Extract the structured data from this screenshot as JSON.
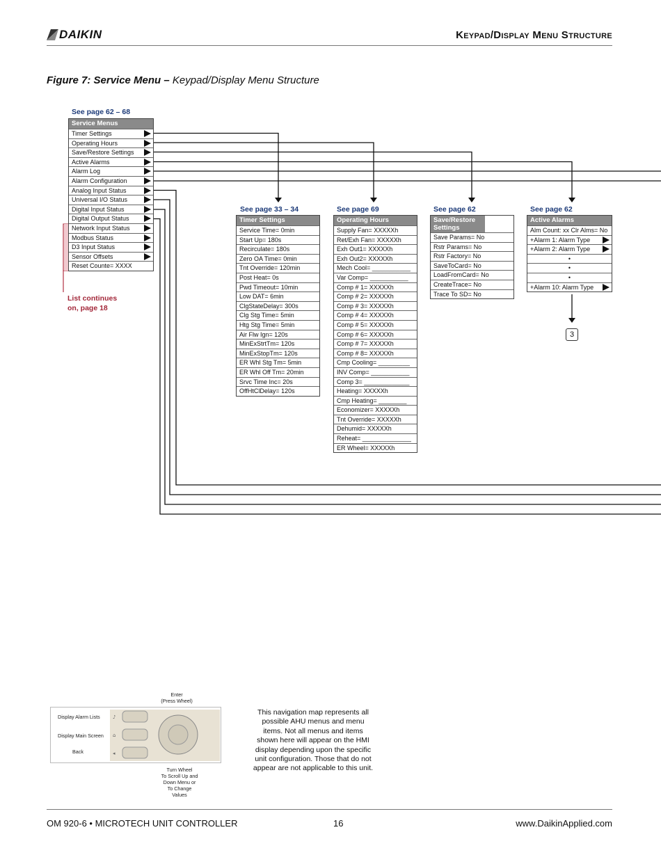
{
  "header": {
    "brand": "DAIKIN",
    "section_title": "Keypad/Display Menu Structure"
  },
  "figure": {
    "label": "Figure 7: Service Menu",
    "dash": " – ",
    "subtitle": "Keypad/Display Menu Structure"
  },
  "service_menus": {
    "see_page": "See page 62 – 68",
    "title": "Service Menus",
    "items": [
      {
        "label": "Timer Settings",
        "arrow": true
      },
      {
        "label": "Operating Hours",
        "arrow": true
      },
      {
        "label": "Save/Restore Settings",
        "arrow": true
      },
      {
        "label": "Active Alarms",
        "arrow": true
      },
      {
        "label": "Alarm Log",
        "arrow": true
      },
      {
        "label": "Alarm Configuration",
        "arrow": true
      },
      {
        "label": "Analog Input Status",
        "arrow": true
      },
      {
        "label": "Universal I/O Status",
        "arrow": true
      },
      {
        "label": "Digital Input Status",
        "arrow": true
      },
      {
        "label": "Digital Output Status",
        "arrow": true
      },
      {
        "label": "Network Input Status",
        "arrow": true
      },
      {
        "label": "Modbus Status",
        "arrow": true
      },
      {
        "label": "D3 Input Status",
        "arrow": true
      },
      {
        "label": "Sensor Offsets",
        "arrow": true
      },
      {
        "label": "Reset Counte= XXXX",
        "arrow": false
      }
    ]
  },
  "list_continues": [
    "List continues",
    "on, page 18"
  ],
  "timer_settings": {
    "see_page": "See page 33 – 34",
    "title": "Timer Settings",
    "items": [
      "Service Time= 0min",
      "Start Up= 180s",
      "Recirculate= 180s",
      "Zero OA Time= 0min",
      "Tnt Override= 120min",
      "Post Heat= 0s",
      "Pwd Timeout= 10min",
      "Low DAT= 6min",
      "ClgStateDelay= 300s",
      "Clg Stg Time= 5min",
      "Htg Stg Time= 5min",
      "Air Flw Ign= 120s",
      "MinExStrtTm= 120s",
      "MinExStopTm= 120s",
      "ER Whl Stg Tm= 5min",
      "ER Whl Off Tm= 20min",
      "Srvc Time Inc= 20s",
      "OffHtClDelay= 120s"
    ]
  },
  "operating_hours": {
    "see_page": "See page 69",
    "title": "Operating Hours",
    "items": [
      "Supply Fan= XXXXXh",
      "Ret/Exh Fan= XXXXXh",
      "Exh Out1= XXXXXh",
      "Exh Out2= XXXXXh",
      "Mech Cool= ___________",
      "Var Comp= ___________",
      "Comp # 1= XXXXXh",
      "Comp # 2= XXXXXh",
      "Comp # 3= XXXXXh",
      "Comp # 4= XXXXXh",
      "Comp # 5= XXXXXh",
      "Comp # 6= XXXXXh",
      "Comp # 7= XXXXXh",
      "Comp # 8= XXXXXh",
      "Cmp Cooling= _________",
      "INV Comp= ___________",
      "Comp 3= _____________",
      "Heating= XXXXXh",
      "Cmp Heating= ________",
      "Economizer= XXXXXh",
      "Tnt Override= XXXXXh",
      "Dehumid= XXXXXh",
      "Reheat= ______________",
      "ER Wheel= XXXXXh"
    ]
  },
  "save_restore": {
    "see_page": "See page 62",
    "title": "Save/Restore Settings",
    "items": [
      "Save Params= No",
      "Rstr Params= No",
      "Rstr Factory= No",
      "SaveToCard= No",
      "LoadFromCard= No",
      "CreateTrace= No",
      "Trace To SD= No"
    ]
  },
  "active_alarms": {
    "see_page": "See page 62",
    "title": "Active Alarms",
    "items": [
      {
        "label": "Alm Count: xx Clr Alms= No",
        "arrow": false
      },
      {
        "label": "+Alarm 1: Alarm Type",
        "arrow": true
      },
      {
        "label": "+Alarm 2: Alarm Type",
        "arrow": true
      },
      {
        "label": "•",
        "arrow": false
      },
      {
        "label": "•",
        "arrow": false
      },
      {
        "label": "•",
        "arrow": false
      },
      {
        "label": "+Alarm 10: Alarm Type",
        "arrow": true
      }
    ],
    "connector": "3"
  },
  "keypad": {
    "enter_label": "Enter\n(Press Wheel)",
    "alarm_label": "Display Alarm Lists",
    "main_label": "Display Main Screen",
    "back_label": "Back",
    "wheel_label": "Turn Wheel\nTo Scroll Up and\nDown Menu or\nTo Change\nValues"
  },
  "navigation_note": "This navigation map represents all possible AHU menus and menu items.  Not all menus and items shown here will appear on the HMI display depending upon the specific unit configuration.  Those that do not appear are not applicable to this unit.",
  "footer": {
    "doc": "OM 920-6 • MICROTECH UNIT CONTROLLER",
    "page": "16",
    "url": "www.DaikinApplied.com"
  }
}
